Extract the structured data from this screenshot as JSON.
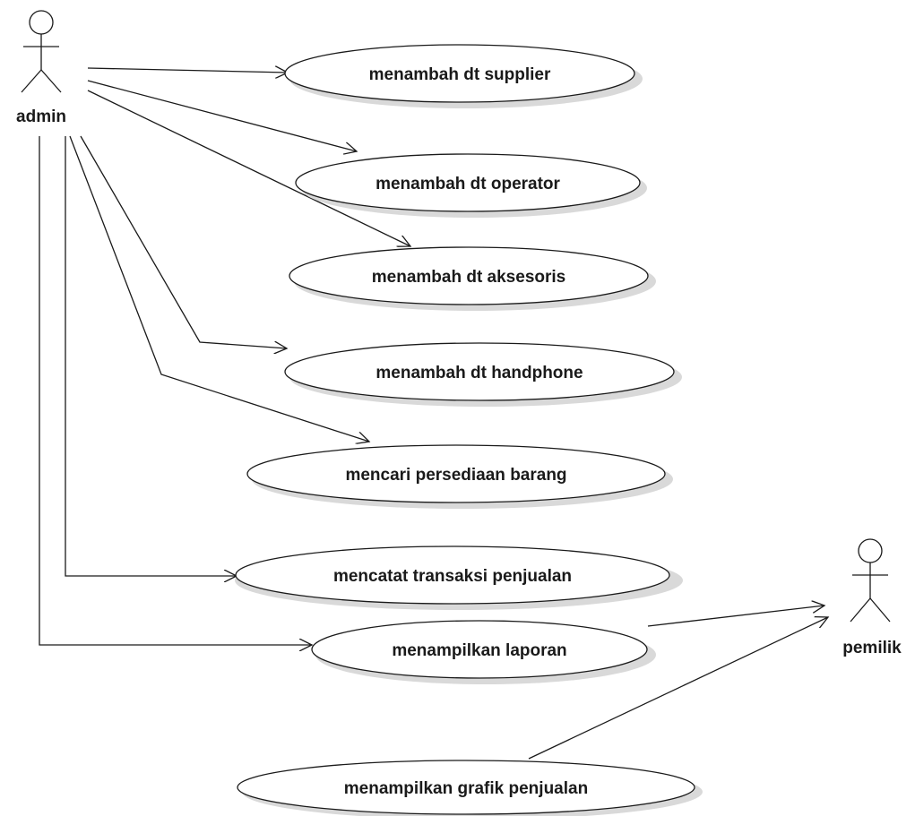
{
  "actors": {
    "admin": {
      "name": "admin"
    },
    "pemilik": {
      "name": "pemilik"
    }
  },
  "use_cases": [
    {
      "id": "uc1",
      "label": "menambah dt supplier"
    },
    {
      "id": "uc2",
      "label": "menambah dt operator"
    },
    {
      "id": "uc3",
      "label": "menambah dt aksesoris"
    },
    {
      "id": "uc4",
      "label": "menambah dt handphone"
    },
    {
      "id": "uc5",
      "label": "mencari persediaan barang"
    },
    {
      "id": "uc6",
      "label": "mencatat transaksi penjualan"
    },
    {
      "id": "uc7",
      "label": "menampilkan laporan"
    },
    {
      "id": "uc8",
      "label": "menampilkan grafik penjualan"
    }
  ],
  "associations": [
    {
      "from": "admin",
      "to": "uc1"
    },
    {
      "from": "admin",
      "to": "uc2"
    },
    {
      "from": "admin",
      "to": "uc3"
    },
    {
      "from": "admin",
      "to": "uc4"
    },
    {
      "from": "admin",
      "to": "uc5"
    },
    {
      "from": "admin",
      "to": "uc6"
    },
    {
      "from": "admin",
      "to": "uc7"
    },
    {
      "from": "uc7",
      "to": "pemilik"
    },
    {
      "from": "uc8",
      "to": "pemilik"
    }
  ]
}
